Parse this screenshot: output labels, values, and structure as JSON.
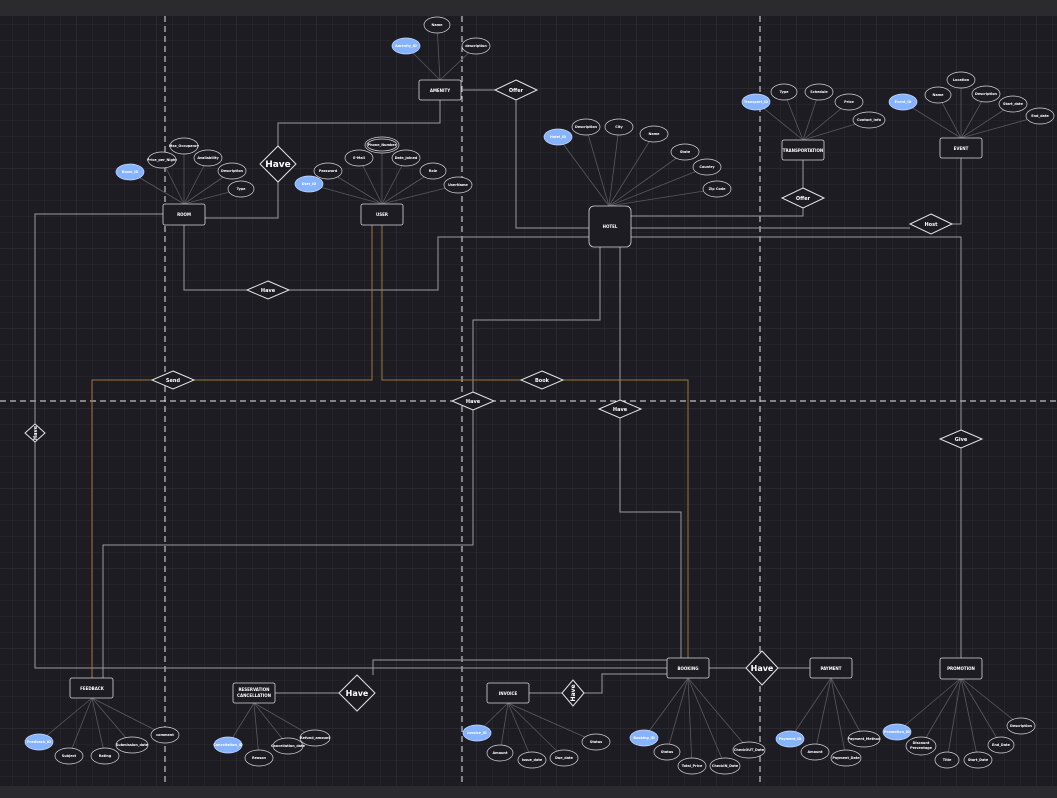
{
  "diagram": {
    "entities": {
      "amenity": "AMENITY",
      "hotel": "HOTEL",
      "transportation": "TRANSPORTATION",
      "event": "EVENT",
      "room": "ROOM",
      "user": "USER",
      "feedback": "FEEDBACK",
      "reservation_cancellation_line1": "RESERVATION",
      "reservation_cancellation_line2": "CANCELLATION",
      "invoice": "INVOICE",
      "booking": "BOOKING",
      "payment": "PAYMENT",
      "promotion": "PROMOTION"
    },
    "relationships": {
      "amenity_hotel": "Offer",
      "room_amenity": "Have",
      "room_user": "Have",
      "transport_hotel": "Offer",
      "event_hotel": "Host",
      "feedback_user": "Send",
      "user_booking": "Book",
      "feedback_hotel": "Have",
      "hotel_booking": "Have",
      "hotel_promotion": "Give",
      "room_booking": "Have",
      "reservation_booking": "Have",
      "invoice_booking": "Have",
      "booking_payment": "Have"
    },
    "attributes": {
      "amenity": {
        "key": "Amenity_ID",
        "name": "Name",
        "description": "description"
      },
      "room": {
        "key": "Room_ID",
        "max_occupancy": "Max_Occupancy",
        "price": "Price_per_Night",
        "availability": "Availability",
        "description": "Description",
        "type": "Type"
      },
      "user": {
        "key": "User_ID",
        "password": "Password",
        "email": "E-Mail",
        "phone": "Phone_Number",
        "date_joined": "Date_Joined",
        "role": "Role",
        "username": "UserName"
      },
      "hotel": {
        "key": "Hotel_ID",
        "description": "Description",
        "city": "City",
        "name": "Name",
        "state": "State",
        "country": "Country",
        "zip": "Zip Code"
      },
      "transportation": {
        "key": "Transport_ID",
        "type": "Type",
        "schedule": "Schedule",
        "price": "Price",
        "contact": "Contact_Info"
      },
      "event": {
        "key": "Event_ID",
        "name": "Name",
        "location": "Location",
        "description": "Description",
        "start": "Start_date",
        "end": "End_date"
      },
      "feedback": {
        "key": "Feedback_ID",
        "subject": "Subject",
        "rating": "Rating",
        "submission": "Submission_date",
        "comment": "comment"
      },
      "reservation": {
        "key": "Cancellation_ID",
        "reason": "Reason",
        "cancel_date": "Cancellation_date",
        "refund": "Refund_amount"
      },
      "invoice": {
        "key": "Invoice_ID",
        "amount": "Amount",
        "issue": "Issue_date",
        "due": "Due_date",
        "status": "Status"
      },
      "booking": {
        "key": "Booking_ID",
        "status": "Status",
        "total": "Total_Price",
        "checkin": "CheckIN_Date",
        "checkout": "CheckOUT_Date"
      },
      "payment": {
        "key": "Payment_ID",
        "amount": "Amount",
        "date": "Payment_Date",
        "method": "Payment_Method"
      },
      "promotion": {
        "key": "Promotion_ID",
        "discount_line1": "Discount",
        "discount_line2": "Percentage",
        "title": "Title",
        "start": "Start_Date",
        "end": "End_Date",
        "description": "Description"
      }
    }
  }
}
